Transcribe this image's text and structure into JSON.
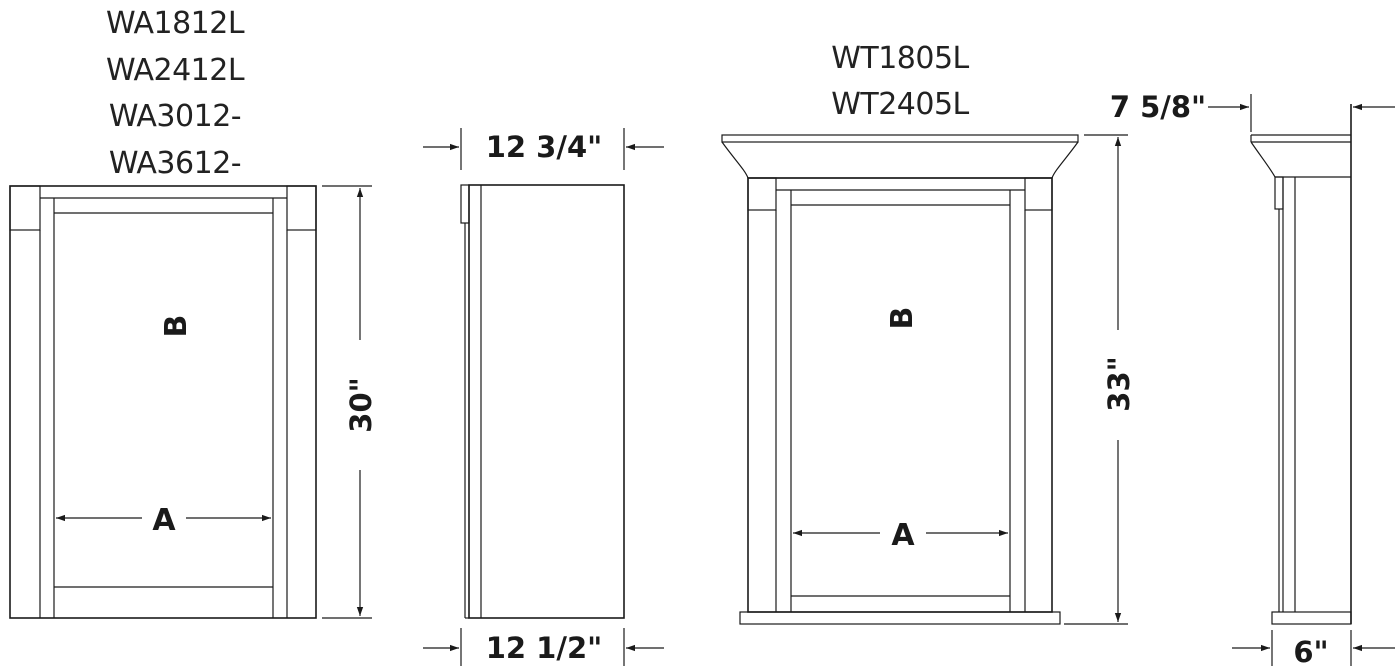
{
  "left_unit": {
    "models": [
      "WA1812L",
      "WA2412L",
      "WA3012-",
      "WA3612-"
    ],
    "height_dim": "30\"",
    "interior_height_label": "B",
    "interior_width_label": "A"
  },
  "left_side_view": {
    "top_depth": "12 3/4\"",
    "bottom_depth": "12 1/2\""
  },
  "right_unit": {
    "models": [
      "WT1805L",
      "WT2405L"
    ],
    "height_dim": "33\"",
    "interior_height_label": "B",
    "interior_width_label": "A"
  },
  "right_side_view": {
    "top_depth": "7 5/8\"",
    "bottom_depth": "6\""
  }
}
